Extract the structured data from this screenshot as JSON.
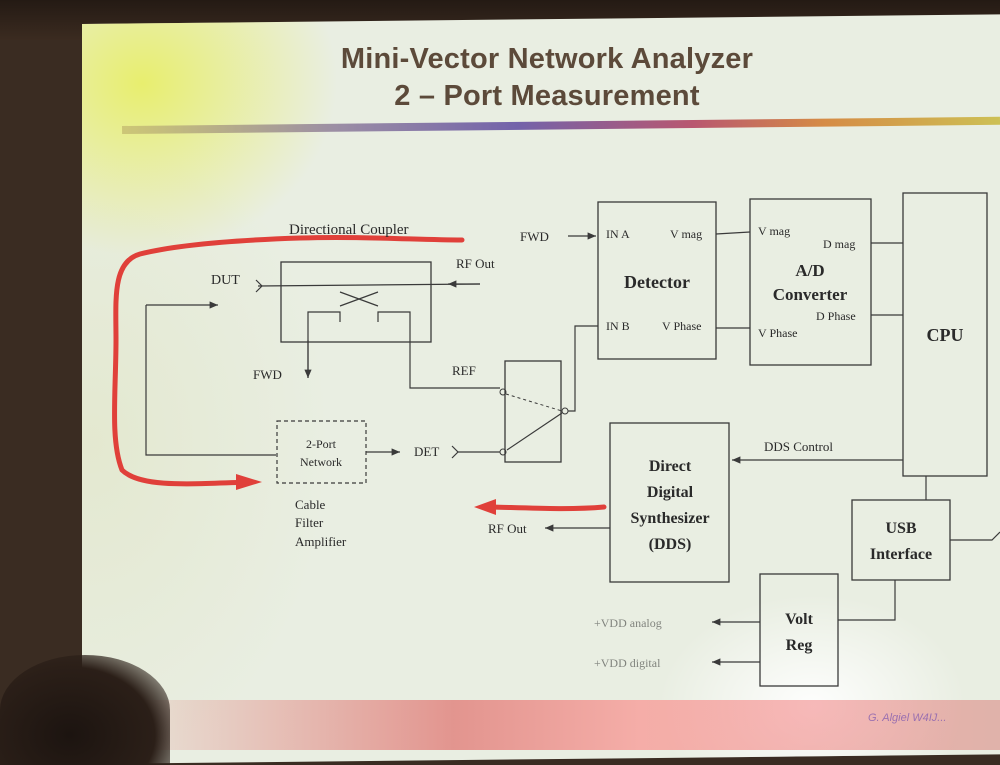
{
  "title_line1": "Mini-Vector Network  Analyzer",
  "title_line2": "2 – Port Measurement",
  "labels": {
    "directional_coupler": "Directional Coupler",
    "dut": "DUT",
    "rf_out_top": "RF Out",
    "fwd_left": "FWD",
    "ref": "REF",
    "det": "DET",
    "two_port_1": "2-Port",
    "two_port_2": "Network",
    "cable": "Cable",
    "filter": "Filter",
    "amplifier": "Amplifier",
    "fwd_in": "FWD",
    "in_a": "IN A",
    "in_b": "IN B",
    "vmag_det": "V mag",
    "vphase_det": "V Phase",
    "detector": "Detector",
    "vmag_ad": "V mag",
    "vphase_ad": "V Phase",
    "ad_1": "A/D",
    "ad_2": "Converter",
    "dmag": "D mag",
    "dphase": "D Phase",
    "cpu": "CPU",
    "dds_control": "DDS Control",
    "dds_1": "Direct",
    "dds_2": "Digital",
    "dds_3": "Synthesizer",
    "dds_4": "(DDS)",
    "rf_out_bottom": "RF Out",
    "usb_1": "USB",
    "usb_2": "Interface",
    "volt_1": "Volt",
    "volt_2": "Reg",
    "vdd_analog": "+VDD analog",
    "vdd_digital": "+VDD digital",
    "credit": "G. Algiel W4IJ..."
  },
  "colors": {
    "title": "#5c4a3a",
    "red_annotation": "#e0403a",
    "line": "#3a3a3a"
  }
}
